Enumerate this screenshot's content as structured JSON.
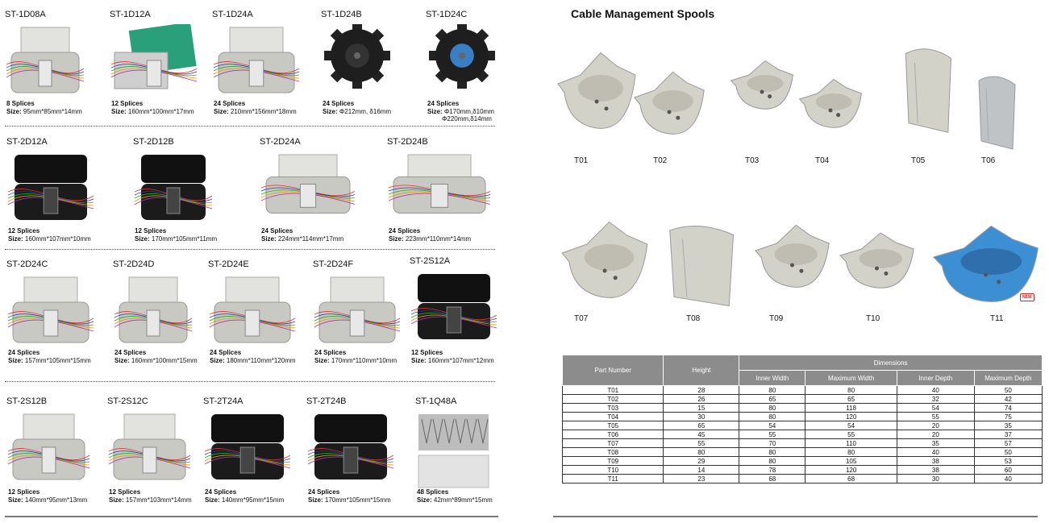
{
  "products": [
    {
      "id": "ST-1D08A",
      "splices": "8 Splices",
      "size": "95mm*85mm*14mm"
    },
    {
      "id": "ST-1D12A",
      "splices": "12 Splices",
      "size": "160mm*100mm*17mm"
    },
    {
      "id": "ST-1D24A",
      "splices": "24 Splices",
      "size": "210mm*156mm*18mm"
    },
    {
      "id": "ST-1D24B",
      "splices": "24 Splices",
      "size": "Φ212mm, δ16mm"
    },
    {
      "id": "ST-1D24C",
      "splices": "24 Splices",
      "size": "Φ170mm,δ10mm",
      "size2": "Φ220mm,δ14mm"
    },
    {
      "id": "ST-2D12A",
      "splices": "12 Splices",
      "size": "160mm*107mm*10mm"
    },
    {
      "id": "ST-2D12B",
      "splices": "12 Splices",
      "size": "170mm*105mm*11mm"
    },
    {
      "id": "ST-2D24A",
      "splices": "24 Splices",
      "size": "224mm*114mm*17mm"
    },
    {
      "id": "ST-2D24B",
      "splices": "24 Splices",
      "size": "223mm*110mm*14mm"
    },
    {
      "id": "ST-2D24C",
      "splices": "24 Splices",
      "size": "157mm*105mm*15mm"
    },
    {
      "id": "ST-2D24D",
      "splices": "24 Splices",
      "size": "160mm*100mm*15mm"
    },
    {
      "id": "ST-2D24E",
      "splices": "24 Splices",
      "size": "180mm*110mm*120mm"
    },
    {
      "id": "ST-2D24F",
      "splices": "24 Splices",
      "size": "170mm*110mm*10mm"
    },
    {
      "id": "ST-2S12A",
      "splices": "12 Splices",
      "size": "160mm*107mm*12mm"
    },
    {
      "id": "ST-2S12B",
      "splices": "12 Splices",
      "size": "140mm*95mm*13mm"
    },
    {
      "id": "ST-2S12C",
      "splices": "12 Splices",
      "size": "157mm*103mm*14mm"
    },
    {
      "id": "ST-2T24A",
      "splices": "24 Splices",
      "size": "140mm*95mm*15mm"
    },
    {
      "id": "ST-2T24B",
      "splices": "24 Splices",
      "size": "170mm*105mm*15mm"
    },
    {
      "id": "ST-1Q48A",
      "splices": "48 Splices",
      "size": "42mm*89mm*15mm"
    }
  ],
  "size_label": "Size:",
  "spools": {
    "title": "Cable Management Spools",
    "labels": [
      "T01",
      "T02",
      "T03",
      "T04",
      "T05",
      "T06",
      "T07",
      "T08",
      "T09",
      "T10",
      "T11"
    ],
    "new_badge": "NEW"
  },
  "table": {
    "headers": {
      "part": "Part Number",
      "height": "Height",
      "dimensions": "Dimensions",
      "inner_width": "Inner Width",
      "max_width": "Maximum Width",
      "inner_depth": "Inner Depth",
      "max_depth": "Maximum Depth"
    },
    "rows": [
      [
        "T01",
        "28",
        "80",
        "80",
        "40",
        "50"
      ],
      [
        "T02",
        "26",
        "65",
        "65",
        "32",
        "42"
      ],
      [
        "T03",
        "15",
        "80",
        "118",
        "54",
        "74"
      ],
      [
        "T04",
        "30",
        "80",
        "120",
        "55",
        "75"
      ],
      [
        "T05",
        "65",
        "54",
        "54",
        "20",
        "35"
      ],
      [
        "T06",
        "45",
        "55",
        "55",
        "20",
        "37"
      ],
      [
        "T07",
        "55",
        "70",
        "110",
        "35",
        "57"
      ],
      [
        "T08",
        "80",
        "80",
        "80",
        "40",
        "50"
      ],
      [
        "T09",
        "29",
        "80",
        "105",
        "38",
        "53"
      ],
      [
        "T10",
        "14",
        "78",
        "120",
        "38",
        "60"
      ],
      [
        "T11",
        "23",
        "68",
        "68",
        "30",
        "40"
      ]
    ]
  },
  "colors": {
    "gray_tray": "#c9c9c4",
    "black_tray": "#1b1b1b",
    "green_tray": "#2aa07a",
    "spool": "#d3d2c8",
    "blue_spool": "#3d8fd4",
    "header": "#8c8c8c"
  }
}
